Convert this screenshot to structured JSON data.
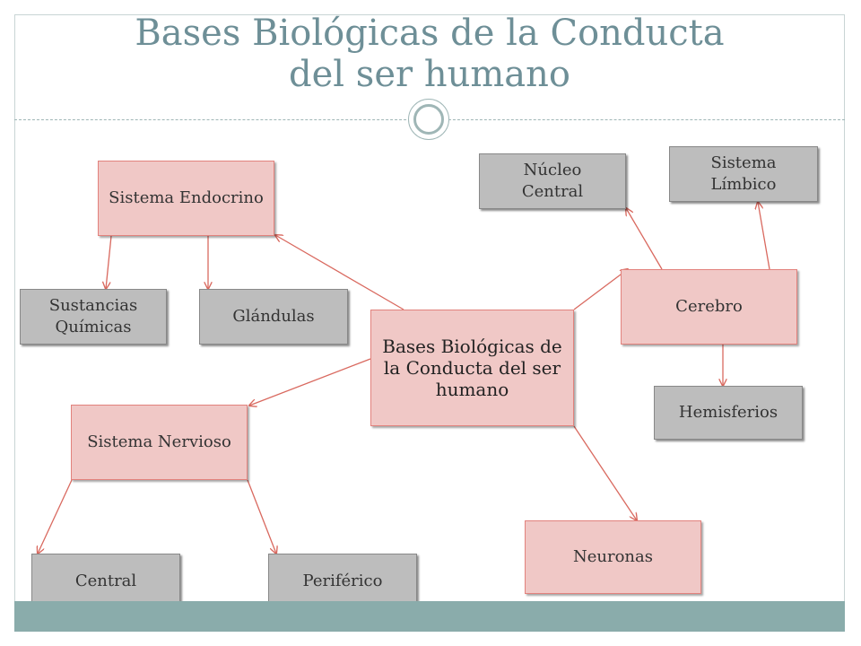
{
  "slide": {
    "title_line1": "Bases Biológicas de la Conducta",
    "title_line2": "del ser humano"
  },
  "diagram": {
    "center": "Bases Biológicas de la Conducta del ser humano",
    "nodes": {
      "sistema_endocrino": "Sistema Endocrino",
      "sustancias_quimicas": "Sustancias Químicas",
      "glandulas": "Glándulas",
      "sistema_nervioso": "Sistema Nervioso",
      "central": "Central",
      "periferico": "Periférico",
      "neuronas": "Neuronas",
      "cerebro": "Cerebro",
      "nucleo_central": "Núcleo Central",
      "sistema_limbico": "Sistema Límbico",
      "hemisferios": "Hemisferios"
    },
    "colors": {
      "pink_fill": "#f0c8c6",
      "pink_border": "#e2827d",
      "gray_fill": "#bdbdbd",
      "connector": "#d9695f",
      "title": "#6e8f97",
      "accent_bar": "#8aacab"
    }
  }
}
